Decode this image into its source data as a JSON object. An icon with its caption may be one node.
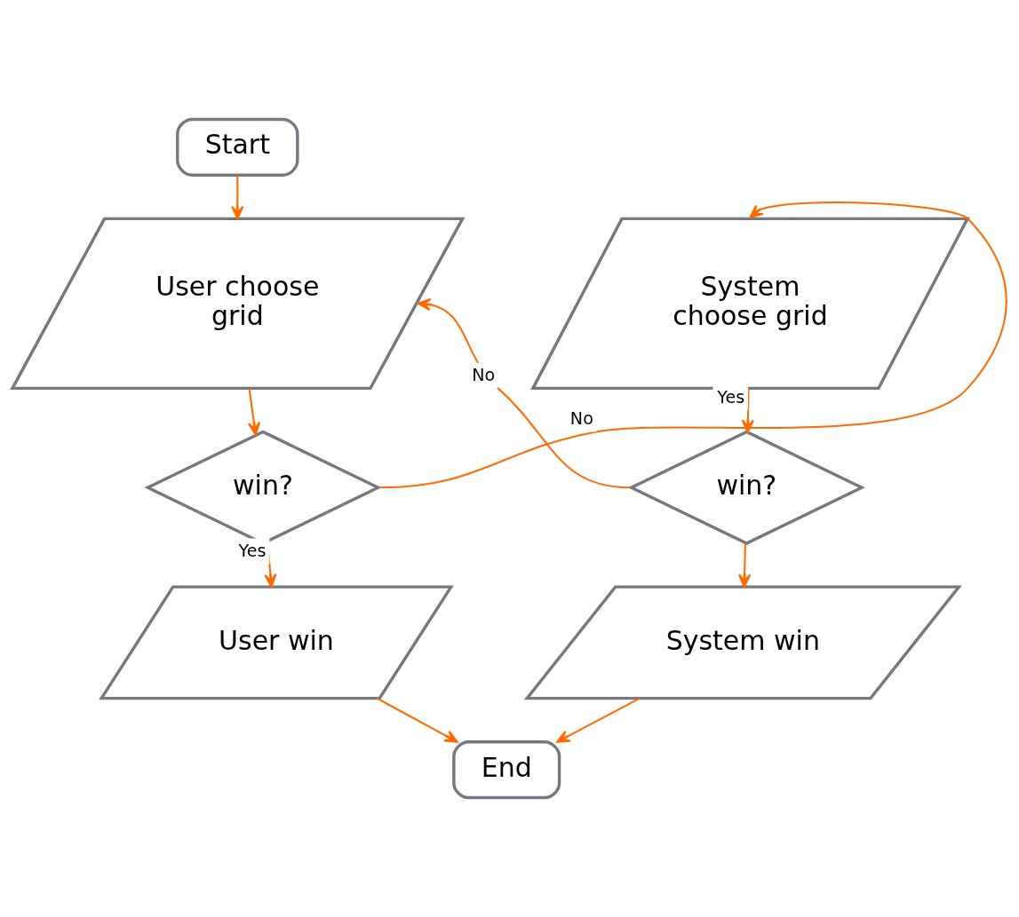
{
  "diagram": {
    "nodes": [
      {
        "text": [
          "Start"
        ]
      },
      {
        "text": [
          "User choose grid"
        ]
      },
      {
        "text": [
          "win?"
        ]
      },
      {
        "text": [
          "User win"
        ]
      },
      {
        "text": [
          "System choose grid"
        ]
      },
      {
        "text": [
          "win?"
        ]
      },
      {
        "text": [
          "System win"
        ]
      },
      {
        "text": [
          "End"
        ]
      }
    ],
    "edges": [
      {
        "from": 0,
        "to": 1,
        "arrow": "to"
      },
      {
        "from": 1,
        "to": 2,
        "arrow": "to"
      },
      {
        "from": 2,
        "to": 3,
        "label": "Yes",
        "arrow": "to"
      },
      {
        "from": 2,
        "to": 4,
        "label": "No",
        "arrow": "to"
      },
      {
        "from": 4,
        "to": 5,
        "label": "Yes",
        "arrow": "to"
      },
      {
        "from": 5,
        "to": 1,
        "label": "No",
        "arrow": "to"
      },
      {
        "from": 5,
        "to": 6,
        "arrow": "to"
      },
      {
        "from": 3,
        "to": 7,
        "arrow": "to"
      },
      {
        "from": 6,
        "to": 7,
        "arrow": "to"
      }
    ]
  }
}
